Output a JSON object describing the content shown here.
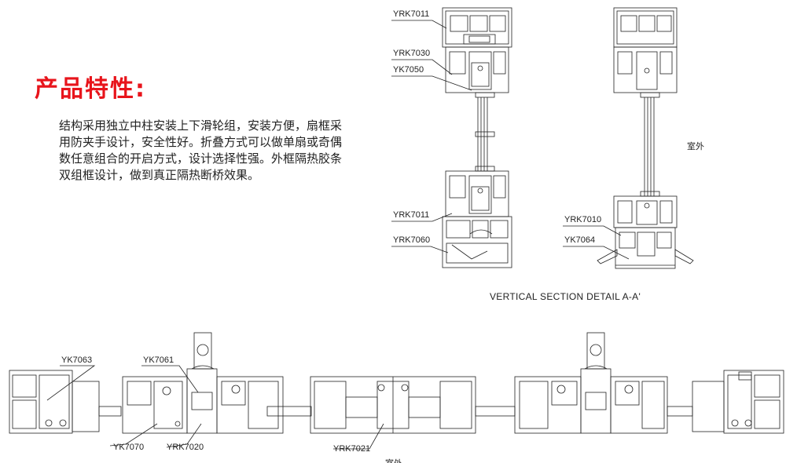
{
  "heading": "产品特性:",
  "description_lines": [
    "结构采用独立中柱安装上下滑轮组，安装方便，扇框采",
    "用防夹手设计，安全性好。折叠方式可以做单扇或奇偶",
    "数任意组合的开启方式，设计选择性强。外框隔热胶条",
    "双组框设计，做到真正隔热断桥效果。"
  ],
  "vertical_section": {
    "caption": "VERTICAL SECTION DETAIL A-A'",
    "outside_label": "室外",
    "left_labels": [
      "YRK7011",
      "YRK7030",
      "YK7050",
      "YRK7011",
      "YRK7060"
    ],
    "right_labels": [
      "YRK7010",
      "YK7064"
    ]
  },
  "horizontal_section": {
    "labels": [
      "YK7063",
      "YK7061",
      "YK7070",
      "YRK7020",
      "YRK7021"
    ],
    "outside_label": "室外"
  },
  "colors": {
    "accent": "#e8141b",
    "line": "#222222"
  }
}
